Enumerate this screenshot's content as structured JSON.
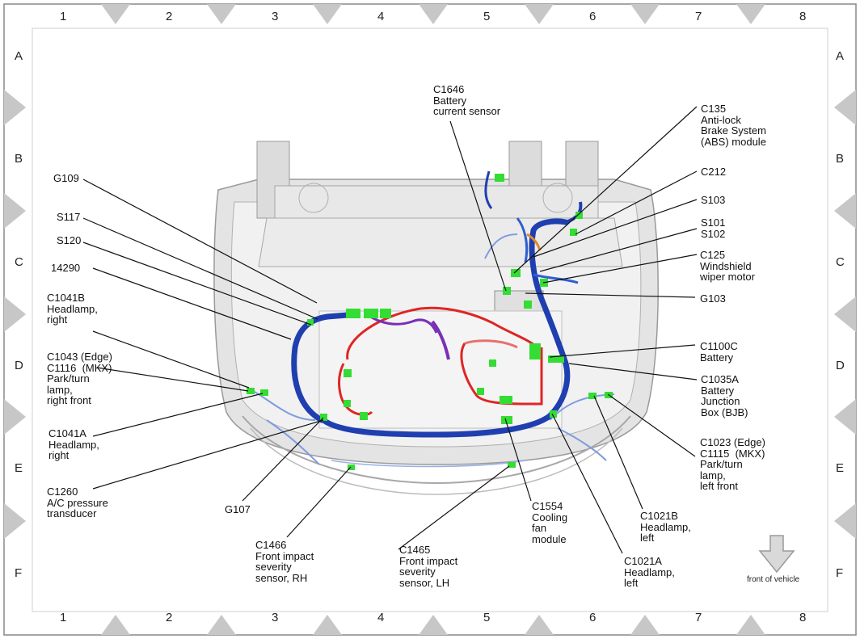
{
  "grid": {
    "columns": [
      "1",
      "2",
      "3",
      "4",
      "5",
      "6",
      "7",
      "8"
    ],
    "rows": [
      "A",
      "B",
      "C",
      "D",
      "E",
      "F"
    ]
  },
  "callouts": [
    {
      "id": "c1646",
      "lines": [
        "C1646",
        "Battery",
        "current sensor"
      ]
    },
    {
      "id": "c135",
      "lines": [
        "C135",
        "Anti-lock",
        "Brake System",
        "(ABS) module"
      ]
    },
    {
      "id": "c212",
      "lines": [
        "C212"
      ]
    },
    {
      "id": "s103",
      "lines": [
        "S103"
      ]
    },
    {
      "id": "s101",
      "lines": [
        "S101",
        "S102"
      ]
    },
    {
      "id": "c125",
      "lines": [
        "C125",
        "Windshield",
        "wiper motor"
      ]
    },
    {
      "id": "g103",
      "lines": [
        "G103"
      ]
    },
    {
      "id": "c1100c",
      "lines": [
        "C1100C",
        "Battery"
      ]
    },
    {
      "id": "c1035a",
      "lines": [
        "C1035A",
        "Battery",
        "Junction",
        "Box (BJB)"
      ]
    },
    {
      "id": "c1023",
      "lines": [
        "C1023 (Edge)",
        "C1115  (MKX)",
        "Park/turn",
        "lamp,",
        "left front"
      ]
    },
    {
      "id": "c1021b",
      "lines": [
        "C1021B",
        "Headlamp,",
        "left"
      ]
    },
    {
      "id": "c1021a",
      "lines": [
        "C1021A",
        "Headlamp,",
        "left"
      ]
    },
    {
      "id": "c1554",
      "lines": [
        "C1554",
        "Cooling",
        "fan",
        "module"
      ]
    },
    {
      "id": "c1465",
      "lines": [
        "C1465",
        "Front impact",
        "severity",
        "sensor, LH"
      ]
    },
    {
      "id": "c1466",
      "lines": [
        "C1466",
        "Front impact",
        "severity",
        "sensor, RH"
      ]
    },
    {
      "id": "g107",
      "lines": [
        "G107"
      ]
    },
    {
      "id": "c1260",
      "lines": [
        "C1260",
        "A/C pressure",
        "transducer"
      ]
    },
    {
      "id": "c1041a",
      "lines": [
        "C1041A",
        "Headlamp,",
        "right"
      ]
    },
    {
      "id": "c1043",
      "lines": [
        "C1043 (Edge)",
        "C1116  (MKX)",
        "Park/turn",
        "lamp,",
        "right front"
      ]
    },
    {
      "id": "c1041b",
      "lines": [
        "C1041B",
        "Headlamp,",
        "right"
      ]
    },
    {
      "id": "n14290",
      "lines": [
        "14290"
      ]
    },
    {
      "id": "s120",
      "lines": [
        "S120"
      ]
    },
    {
      "id": "s117",
      "lines": [
        "S117"
      ]
    },
    {
      "id": "g109",
      "lines": [
        "G109"
      ]
    }
  ],
  "front_note": "front of vehicle",
  "colors": {
    "harness_blue": "#1f3fb0",
    "harness_light": "#6f8fd8",
    "wire_red": "#e02424",
    "wire_purple": "#7b2fb5",
    "connector_green": "#33dd33",
    "body_gray": "#d8d8d8",
    "marker_gray": "#c7c7c7"
  }
}
